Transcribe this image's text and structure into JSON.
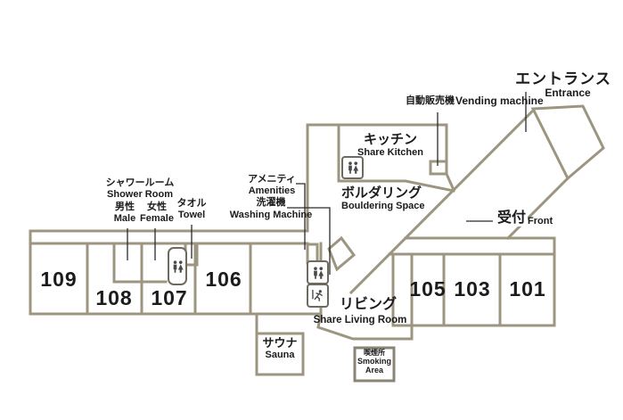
{
  "title": "Guesthouse floor plan",
  "colors": {
    "wall": "#9c9681",
    "leader": "#2b2b2b",
    "icon": "#4a4a4a",
    "text": "#1b1b1b"
  },
  "areas": {
    "entrance": {
      "jp": "エントランス",
      "en": "Entrance"
    },
    "vending": {
      "jp": "自動販売機",
      "en": "Vending machine"
    },
    "kitchen": {
      "jp": "キッチン",
      "en": "Share Kitchen"
    },
    "bouldering": {
      "jp": "ボルダリング",
      "en": "Bouldering Space"
    },
    "front": {
      "jp": "受付",
      "en": "Front"
    },
    "shower": {
      "jp": "シャワールーム",
      "en": "Shower Room"
    },
    "male": {
      "jp": "男性",
      "en": "Male"
    },
    "female": {
      "jp": "女性",
      "en": "Female"
    },
    "towel": {
      "jp": "タオル",
      "en": "Towel"
    },
    "amenities": {
      "jp": "アメニティ",
      "en": "Amenities"
    },
    "washing": {
      "jp": "洗濯機",
      "en": "Washing Machine"
    },
    "living": {
      "jp": "リビング",
      "en": "Share Living Room"
    },
    "sauna": {
      "jp": "サウナ",
      "en": "Sauna"
    },
    "smoking": {
      "jp": "喫煙所",
      "en_line1": "Smoking",
      "en_line2": "Area"
    }
  },
  "rooms": [
    "109",
    "108",
    "107",
    "106",
    "105",
    "103",
    "101"
  ],
  "icons": {
    "restroom": "restroom-icon (male+female figures)",
    "exit": "exit-runner-icon (running person)"
  }
}
